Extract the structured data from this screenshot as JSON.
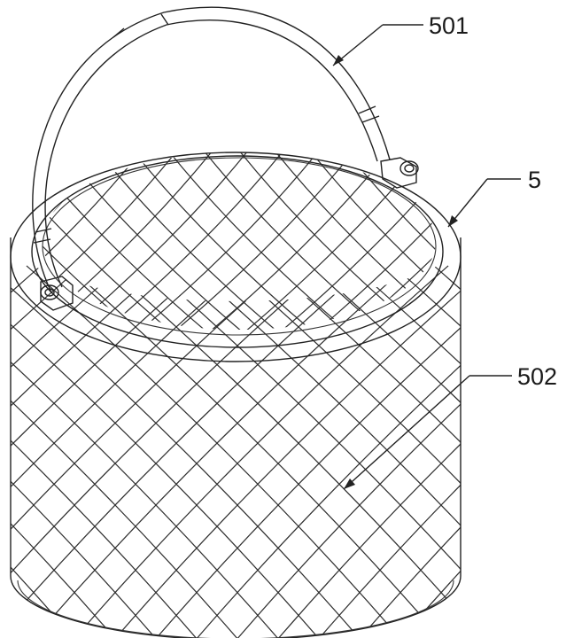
{
  "labels": {
    "handle": "501",
    "basket": "5",
    "mesh": "502"
  },
  "colors": {
    "line": "#222222",
    "background": "#ffffff"
  }
}
